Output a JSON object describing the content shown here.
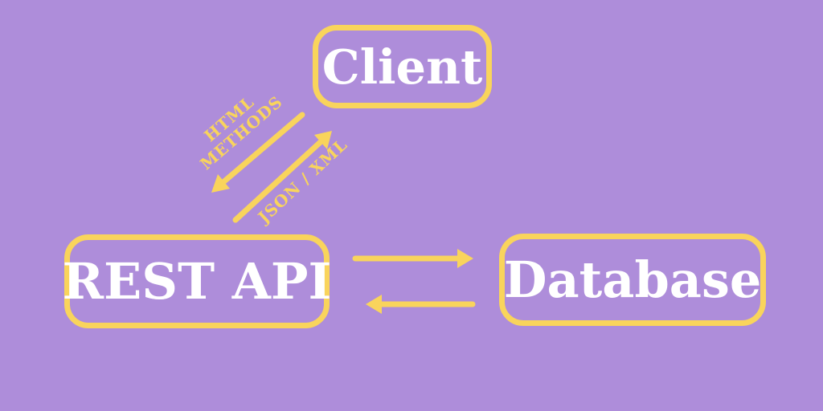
{
  "diagram": {
    "type": "architecture-diagram",
    "nodes": [
      {
        "id": "client",
        "label": "Client"
      },
      {
        "id": "rest-api",
        "label": "REST API"
      },
      {
        "id": "database",
        "label": "Database"
      }
    ],
    "edges": [
      {
        "from": "client",
        "to": "rest-api",
        "label": "HTML METHODS",
        "label_lines": [
          "HTML",
          "METHODS"
        ]
      },
      {
        "from": "rest-api",
        "to": "client",
        "label": "JSON / XML"
      },
      {
        "from": "rest-api",
        "to": "database",
        "label": ""
      },
      {
        "from": "database",
        "to": "rest-api",
        "label": ""
      }
    ],
    "colors": {
      "background": "#AE8DDA",
      "accent": "#F9D45C",
      "node_text": "#FFFFFF"
    }
  }
}
